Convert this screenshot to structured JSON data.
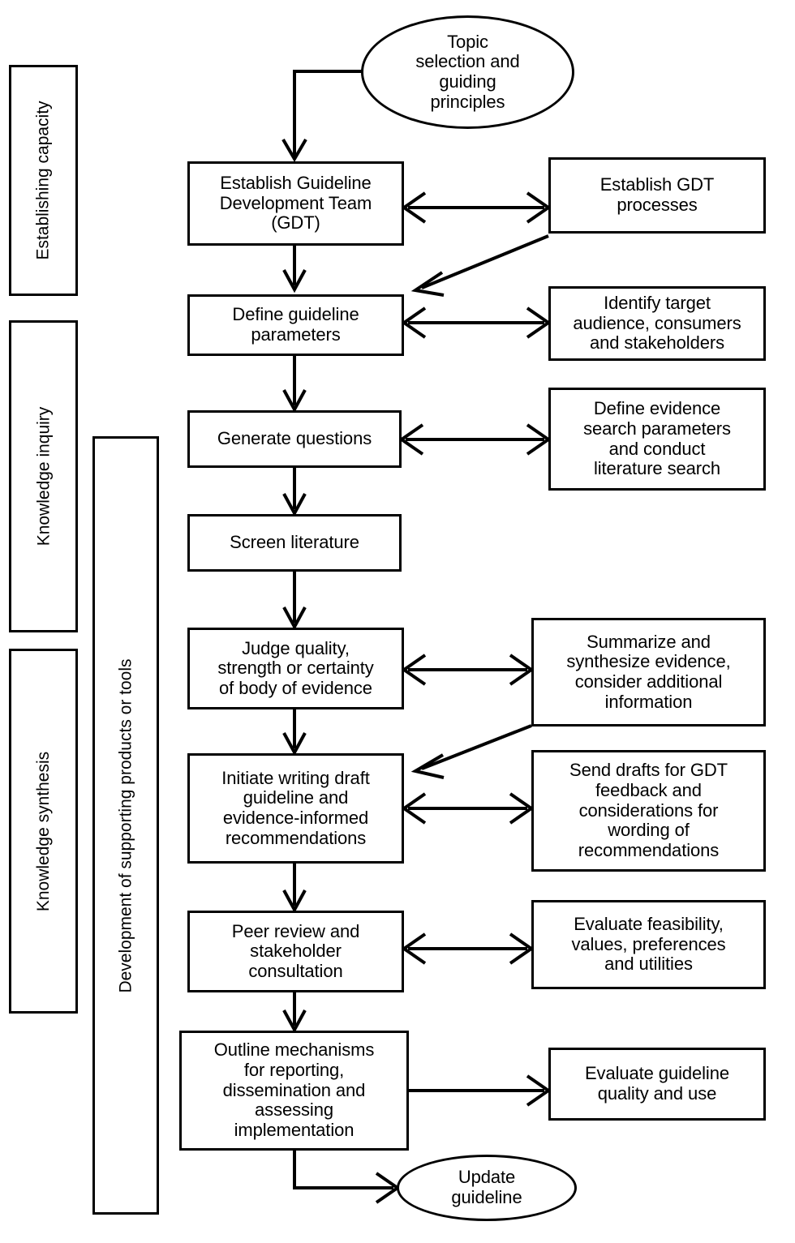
{
  "diagram": {
    "title": "Guideline development process flowchart",
    "stroke_color": "#000000",
    "background_color": "#ffffff",
    "phases": [
      {
        "id": "establishing-capacity",
        "label": "Establishing capacity"
      },
      {
        "id": "knowledge-inquiry",
        "label": "Knowledge inquiry"
      },
      {
        "id": "knowledge-synthesis",
        "label": "Knowledge synthesis"
      },
      {
        "id": "supporting-products",
        "label": "Development of supporting products  or tools"
      }
    ],
    "main_flow": [
      {
        "id": "topic-selection",
        "shape": "oval",
        "label": "Topic\nselection and\nguiding\nprinciples"
      },
      {
        "id": "establish-gdt",
        "shape": "rect",
        "label": "Establish Guideline\nDevelopment Team\n(GDT)"
      },
      {
        "id": "define-parameters",
        "shape": "rect",
        "label": "Define guideline\nparameters"
      },
      {
        "id": "generate-questions",
        "shape": "rect",
        "label": "Generate questions"
      },
      {
        "id": "screen-literature",
        "shape": "rect",
        "label": "Screen literature"
      },
      {
        "id": "judge-quality",
        "shape": "rect",
        "label": "Judge quality,\nstrength or certainty\nof body of evidence"
      },
      {
        "id": "initiate-writing",
        "shape": "rect",
        "label": "Initiate writing draft\nguideline and\nevidence-informed\nrecommendations"
      },
      {
        "id": "peer-review",
        "shape": "rect",
        "label": "Peer review and\nstakeholder\nconsultation"
      },
      {
        "id": "outline-mechanisms",
        "shape": "rect",
        "label": "Outline mechanisms\nfor reporting,\ndissemination and\nassessing\nimplementation"
      },
      {
        "id": "update-guideline",
        "shape": "oval",
        "label": "Update\nguideline"
      }
    ],
    "support_activities": [
      {
        "id": "establish-gdt-processes",
        "label": "Establish GDT\nprocesses"
      },
      {
        "id": "identify-audience",
        "label": "Identify target\naudience, consumers\nand stakeholders"
      },
      {
        "id": "define-search",
        "label": "Define evidence\nsearch parameters\nand conduct\nliterature search"
      },
      {
        "id": "summarize-evidence",
        "label": "Summarize and\nsynthesize evidence,\nconsider additional\ninformation"
      },
      {
        "id": "send-drafts",
        "label": "Send drafts for GDT\nfeedback and\nconsiderations for\nwording of\nrecommendations"
      },
      {
        "id": "evaluate-feasibility",
        "label": "Evaluate feasibility,\nvalues, preferences\nand utilities"
      },
      {
        "id": "evaluate-quality",
        "label": "Evaluate guideline\nquality and use"
      }
    ],
    "connectors": [
      {
        "id": "topic-to-establish-gdt",
        "type": "elbow-arrow",
        "from": "topic-selection",
        "to": "establish-gdt"
      },
      {
        "id": "establish-gdt-to-define",
        "type": "arrow",
        "from": "establish-gdt",
        "to": "define-parameters"
      },
      {
        "id": "define-to-generate",
        "type": "arrow",
        "from": "define-parameters",
        "to": "generate-questions"
      },
      {
        "id": "generate-to-screen",
        "type": "arrow",
        "from": "generate-questions",
        "to": "screen-literature"
      },
      {
        "id": "screen-to-judge",
        "type": "arrow",
        "from": "screen-literature",
        "to": "judge-quality"
      },
      {
        "id": "judge-to-initiate",
        "type": "arrow",
        "from": "judge-quality",
        "to": "initiate-writing"
      },
      {
        "id": "initiate-to-peer",
        "type": "arrow",
        "from": "initiate-writing",
        "to": "peer-review"
      },
      {
        "id": "peer-to-outline",
        "type": "arrow",
        "from": "peer-review",
        "to": "outline-mechanisms"
      },
      {
        "id": "gdt-to-processes",
        "type": "double-arrow",
        "from": "establish-gdt",
        "to": "establish-gdt-processes"
      },
      {
        "id": "processes-to-define",
        "type": "diagonal-arrow",
        "from": "establish-gdt-processes",
        "to": "define-parameters"
      },
      {
        "id": "define-to-audience",
        "type": "double-arrow",
        "from": "define-parameters",
        "to": "identify-audience"
      },
      {
        "id": "generate-to-search",
        "type": "double-arrow",
        "from": "generate-questions",
        "to": "define-search"
      },
      {
        "id": "judge-to-summarize",
        "type": "double-arrow",
        "from": "judge-quality",
        "to": "summarize-evidence"
      },
      {
        "id": "summarize-to-initiate",
        "type": "diagonal-arrow",
        "from": "summarize-evidence",
        "to": "initiate-writing"
      },
      {
        "id": "initiate-to-drafts",
        "type": "double-arrow",
        "from": "initiate-writing",
        "to": "send-drafts"
      },
      {
        "id": "peer-to-feasibility",
        "type": "double-arrow",
        "from": "peer-review",
        "to": "evaluate-feasibility"
      },
      {
        "id": "outline-to-evaluate",
        "type": "arrow",
        "from": "outline-mechanisms",
        "to": "evaluate-quality"
      },
      {
        "id": "outline-to-update",
        "type": "elbow-arrow",
        "from": "outline-mechanisms",
        "to": "update-guideline"
      }
    ]
  }
}
